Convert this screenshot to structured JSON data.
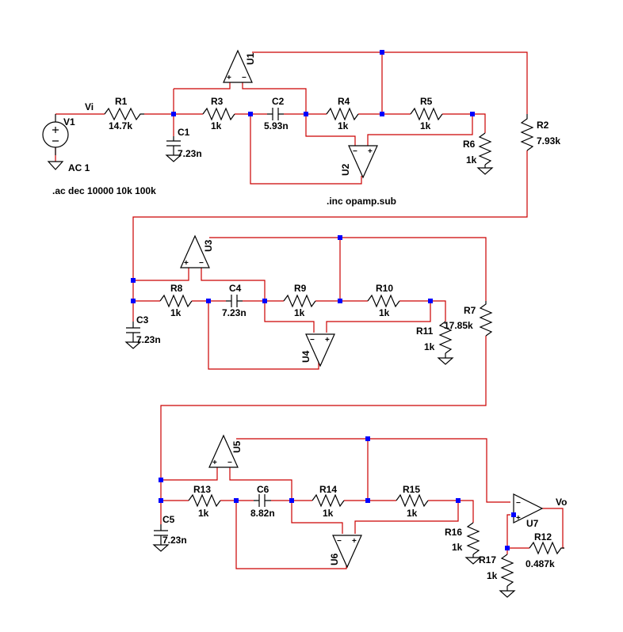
{
  "colors": {
    "wire": "#cc0000",
    "node": "#0000ff",
    "symbol": "#000000",
    "background": "#ffffff"
  },
  "nets": {
    "vi": "Vi",
    "vo": "Vo"
  },
  "directives": {
    "ac": ".ac dec 10000 10k 100k",
    "inc": ".inc opamp.sub"
  },
  "components": {
    "v1": {
      "name": "V1",
      "value": "AC 1"
    },
    "r1": {
      "name": "R1",
      "value": "14.7k"
    },
    "c1": {
      "name": "C1",
      "value": "7.23n"
    },
    "r3": {
      "name": "R3",
      "value": "1k"
    },
    "c2": {
      "name": "C2",
      "value": "5.93n"
    },
    "r4": {
      "name": "R4",
      "value": "1k"
    },
    "r5": {
      "name": "R5",
      "value": "1k"
    },
    "r6": {
      "name": "R6",
      "value": "1k"
    },
    "r2": {
      "name": "R2",
      "value": "7.93k"
    },
    "u1": {
      "name": "U1"
    },
    "u2": {
      "name": "U2"
    },
    "c3": {
      "name": "C3",
      "value": "7.23n"
    },
    "r8": {
      "name": "R8",
      "value": "1k"
    },
    "c4": {
      "name": "C4",
      "value": "7.23n"
    },
    "r9": {
      "name": "R9",
      "value": "1k"
    },
    "r10": {
      "name": "R10",
      "value": "1k"
    },
    "r11": {
      "name": "R11",
      "value": "1k"
    },
    "r7": {
      "name": "R7",
      "value": "17.85k"
    },
    "u3": {
      "name": "U3"
    },
    "u4": {
      "name": "U4"
    },
    "c5": {
      "name": "C5",
      "value": "7.23n"
    },
    "r13": {
      "name": "R13",
      "value": "1k"
    },
    "c6": {
      "name": "C6",
      "value": "8.82n"
    },
    "r14": {
      "name": "R14",
      "value": "1k"
    },
    "r15": {
      "name": "R15",
      "value": "1k"
    },
    "r16": {
      "name": "R16",
      "value": "1k"
    },
    "r17": {
      "name": "R17",
      "value": "1k"
    },
    "r12": {
      "name": "R12",
      "value": "0.487k"
    },
    "u5": {
      "name": "U5"
    },
    "u6": {
      "name": "U6"
    },
    "u7": {
      "name": "U7"
    }
  }
}
